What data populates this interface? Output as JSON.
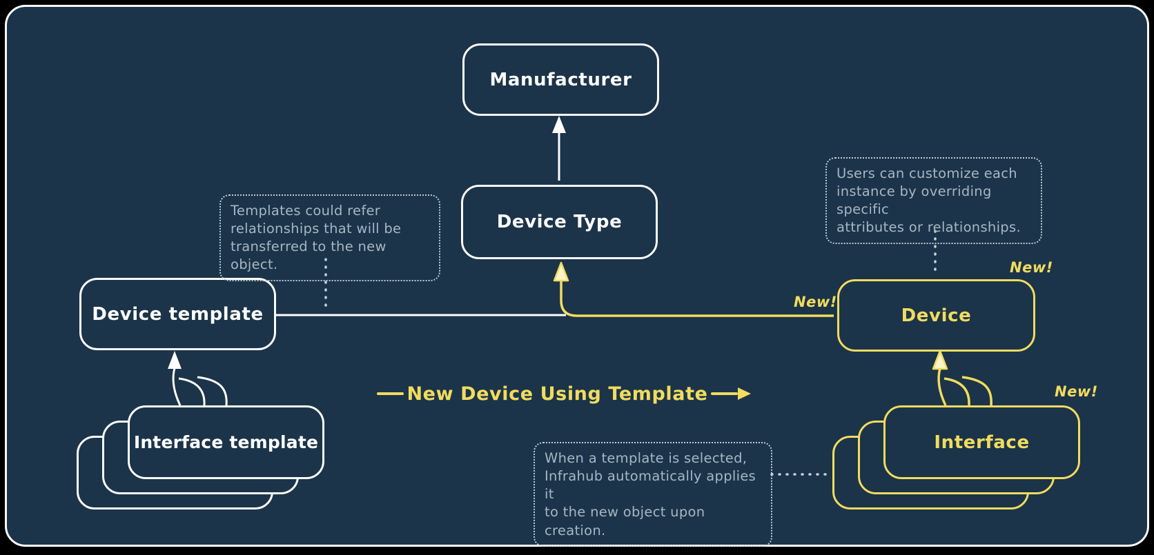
{
  "nodes": {
    "manufacturer": {
      "label": "Manufacturer"
    },
    "device_type": {
      "label": "Device Type"
    },
    "device_template": {
      "label": "Device template"
    },
    "interface_template": {
      "label": "Interface template"
    },
    "device": {
      "label": "Device"
    },
    "interface": {
      "label": "Interface"
    }
  },
  "badges": {
    "new_edge": "New!",
    "new_device": "New!",
    "new_interface": "New!"
  },
  "flow": {
    "label": "New Device Using Template"
  },
  "notes": {
    "templates": {
      "lines": [
        "Templates could refer",
        "relationships that will be",
        "transferred to the new object."
      ]
    },
    "customize": {
      "lines": [
        "Users can customize each",
        "instance by overriding specific",
        "attributes or relationships."
      ]
    },
    "apply": {
      "lines": [
        "When a template is selected,",
        "Infrahub automatically applies it",
        "to the new object upon creation."
      ]
    }
  },
  "colors": {
    "background": "#1b3449",
    "frame": "#000000",
    "primary_stroke": "#fdfdfd",
    "accent_yellow": "#f2dc5e",
    "note_text": "#a6b7c4"
  }
}
